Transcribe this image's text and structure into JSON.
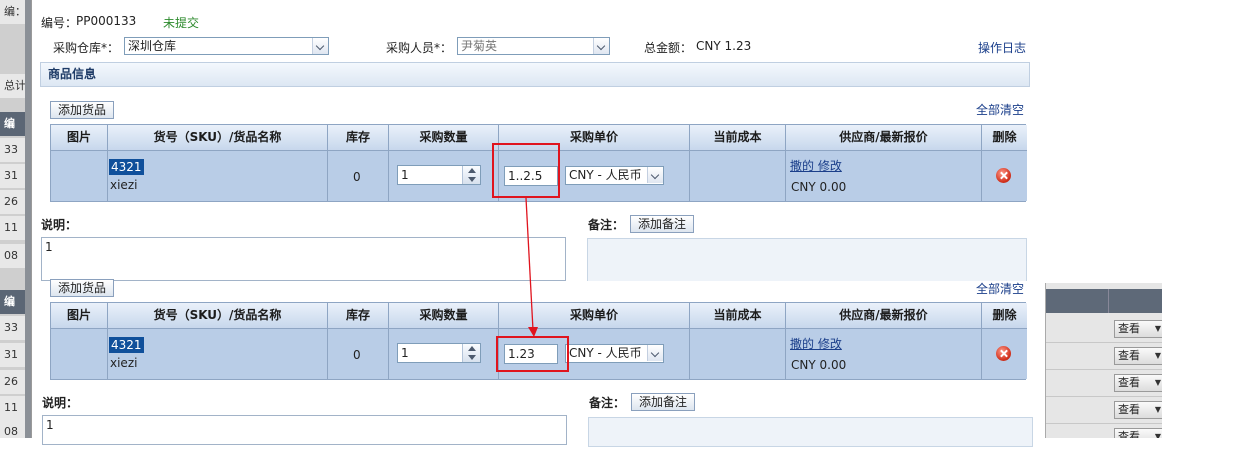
{
  "order": {
    "number_label": "编号：",
    "number": "PP000133",
    "status": "未提交"
  },
  "filters": {
    "warehouse_label": "采购仓库*：",
    "warehouse_value": "深圳仓库",
    "buyer_label": "采购人员*：",
    "buyer_value": "尹菊英",
    "total_label": "总金额：",
    "total_value": "CNY 1.23",
    "log_link": "操作日志"
  },
  "goods_section": {
    "title": "商品信息",
    "add_button": "添加货品",
    "clear_all": "全部清空"
  },
  "table": {
    "headers": [
      "图片",
      "货号（SKU）/货品名称",
      "库存",
      "采购数量",
      "采购单价",
      "当前成本",
      "供应商/最新报价",
      "删除"
    ]
  },
  "before": {
    "sku": "4321",
    "name": "xiezi",
    "stock": "0",
    "quantity": "1",
    "unit_price": "1..2.5",
    "currency": "CNY - 人民币",
    "supplier_link": "撒的 修改",
    "supplier_price": "CNY 0.00"
  },
  "after": {
    "sku": "4321",
    "name": "xiezi",
    "stock": "0",
    "quantity": "1",
    "unit_price": "1.23",
    "currency": "CNY - 人民币",
    "supplier_link": "撒的 修改",
    "supplier_price": "CNY 0.00"
  },
  "footer": {
    "description_label": "说明：",
    "description_value": "1",
    "remark_label": "备注：",
    "add_remark_button": "添加备注"
  },
  "background_page": {
    "left_fragments": [
      "编：",
      "总计",
      "编",
      "33",
      "31",
      "26",
      "11",
      "08",
      "编",
      "33",
      "31",
      "26",
      "11",
      "08"
    ],
    "view_button": "查看"
  },
  "colors": {
    "highlight": "#e0141e",
    "header_bg": "#c7d7ec",
    "row_bg": "#b9cde7",
    "sku_highlight": "#10509b",
    "status_green": "#2d8a2d"
  }
}
